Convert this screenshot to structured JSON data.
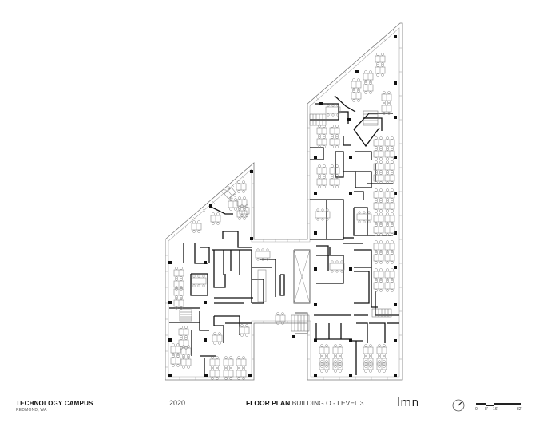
{
  "footer": {
    "project_title": "TECHNOLOGY CAMPUS",
    "project_location": "REDMOND, WA",
    "year": "2020",
    "plan_label_bold": "FLOOR PLAN",
    "plan_label_rest": " BUILDING O - LEVEL 3",
    "firm_logo": "lmn",
    "north_arrow_icon": "north-arrow-icon",
    "scale_bar": {
      "ticks": [
        "0'",
        "8'",
        "16'",
        "32'"
      ]
    }
  },
  "plan": {
    "building": "Building O",
    "level": "Level 3",
    "wings": [
      "left-wing",
      "connector",
      "right-wing"
    ],
    "colors": {
      "wall": "#111111",
      "furniture": "#8a8a8a",
      "glazing": "#9a9a9a",
      "background": "#ffffff"
    }
  }
}
